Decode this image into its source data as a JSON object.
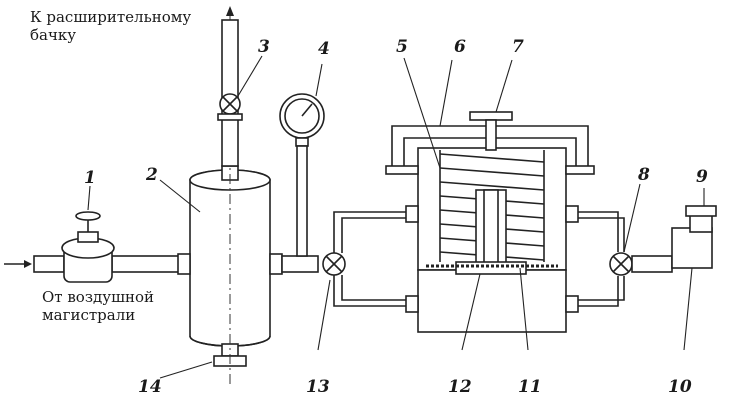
{
  "labels": {
    "to_tank_line1": "К расширительному",
    "to_tank_line2": "бачку",
    "from_air_line1": "От воздушной",
    "from_air_line2": "магистрали"
  },
  "numbers": [
    "1",
    "2",
    "3",
    "4",
    "5",
    "6",
    "7",
    "8",
    "9",
    "10",
    "11",
    "12",
    "13",
    "14"
  ],
  "colors": {
    "stroke": "#222222",
    "background": "#ffffff"
  }
}
